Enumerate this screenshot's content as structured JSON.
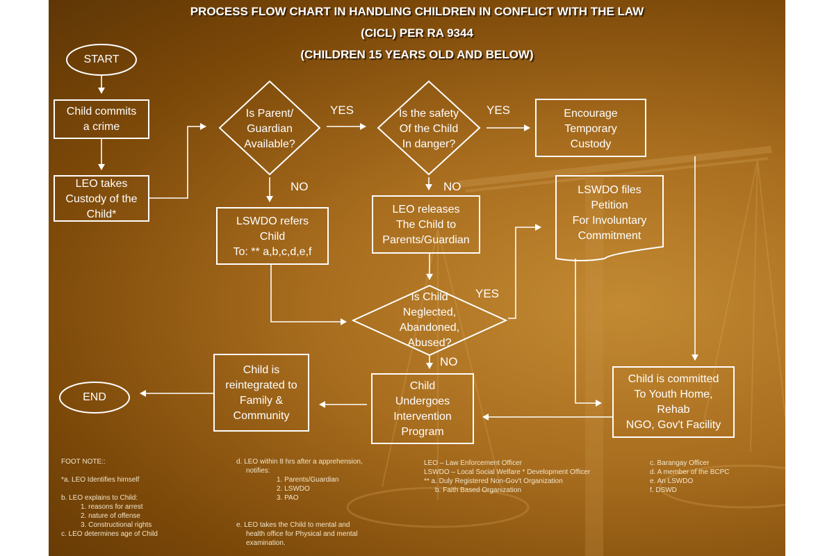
{
  "title": {
    "line1": "PROCESS FLOW CHART IN HANDLING CHILDREN IN CONFLICT WITH THE LAW",
    "line2": "(CICL) PER RA 9344",
    "line3": "(CHILDREN 15 YEARS OLD AND BELOW)"
  },
  "nodes": {
    "start": "START",
    "end": "END",
    "commits_crime": [
      "Child commits",
      "a crime"
    ],
    "leo_custody": [
      "LEO takes",
      "Custody of the",
      "Child*"
    ],
    "parent_available": [
      "Is Parent/",
      "Guardian",
      "Available?"
    ],
    "safety_danger": [
      "Is the safety",
      "Of the Child",
      "In danger?"
    ],
    "temporary_custody": [
      "Encourage",
      "Temporary",
      "Custody"
    ],
    "lswdo_refers": [
      "LSWDO refers",
      "Child",
      "To: ** a,b,c,d,e,f"
    ],
    "leo_releases": [
      "LEO releases",
      "The Child to",
      "Parents/Guardian"
    ],
    "lswdo_petition": [
      "LSWDO files",
      "Petition",
      "For Involuntary",
      "Commitment"
    ],
    "neglected": [
      "Is Child",
      "Neglected,",
      "Abandoned,",
      "Abused?"
    ],
    "reintegrated": [
      "Child is",
      "reintegrated to",
      "Family &",
      "Community"
    ],
    "intervention": [
      "Child",
      "Undergoes",
      "Intervention",
      "Program"
    ],
    "committed": [
      "Child is committed",
      "To Youth Home,",
      "Rehab",
      "NGO, Gov't Facility"
    ]
  },
  "labels": {
    "yes1": "YES",
    "yes2": "YES",
    "yes3": "YES",
    "no1": "NO",
    "no2": "NO",
    "no3": "NO"
  },
  "footnotes": {
    "col1": [
      "FOOT NOTE::",
      "",
      "*a. LEO Identifies himself",
      "",
      "b. LEO explains to Child:",
      "1. reasons for arrest",
      "2. nature of offense",
      "3.  Constructional rights",
      "c. LEO determines age of Child"
    ],
    "col2": [
      "d. LEO within 8 hrs after a apprehension,",
      "notifies:",
      "1. Parents/Guardian",
      "2. LSWDO",
      "3. PAO",
      "",
      "",
      "e. LEO takes the Child to mental and",
      "health office for Physical and mental",
      "examination."
    ],
    "col3": [
      "LEO – Law Enforcement Officer",
      "LSWDO – Local Social Welfare * Development Officer",
      "** a.  Duly Registered Non-Gov't Organization",
      "b.  Faith Based Organization"
    ],
    "col4": [
      "c. Barangay Officer",
      "d. A member of the BCPC",
      "e. An LSWDO",
      "f. DSWD"
    ]
  }
}
